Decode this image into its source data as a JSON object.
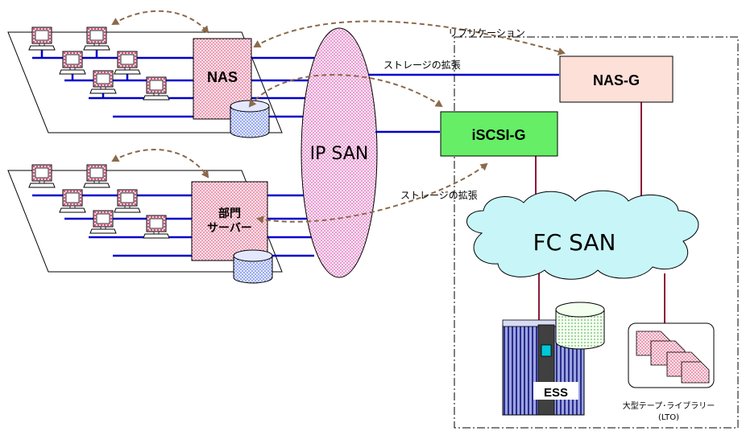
{
  "nodes": {
    "nas": "NAS",
    "dept_server_line1": "部門",
    "dept_server_line2": "サーバー",
    "ip_san": "IP SAN",
    "nas_g": "NAS-G",
    "iscsi_g": "iSCSI-G",
    "fc_san": "FC SAN",
    "ess": "ESS",
    "tape_library_line1": "大型テープ･ライブラリー",
    "tape_library_line2": "(LTO)"
  },
  "annotations": {
    "replication": "リプリケーション",
    "storage_expansion_top": "ストレージの拡張",
    "storage_expansion_bottom": "ストレージの拡張"
  },
  "colors": {
    "lan_line": "#0000cc",
    "fc_line": "#8b1a3a",
    "arrow": "#8b6a4a",
    "nas_fill": "#f4c6cc",
    "nas_g_fill": "#fde0d8",
    "iscsi_g_fill": "#66ee66",
    "fc_san_fill": "#c8f6f8",
    "ip_san_fill": "#f8c8f0",
    "disk_fill": "#c8d4ff"
  }
}
